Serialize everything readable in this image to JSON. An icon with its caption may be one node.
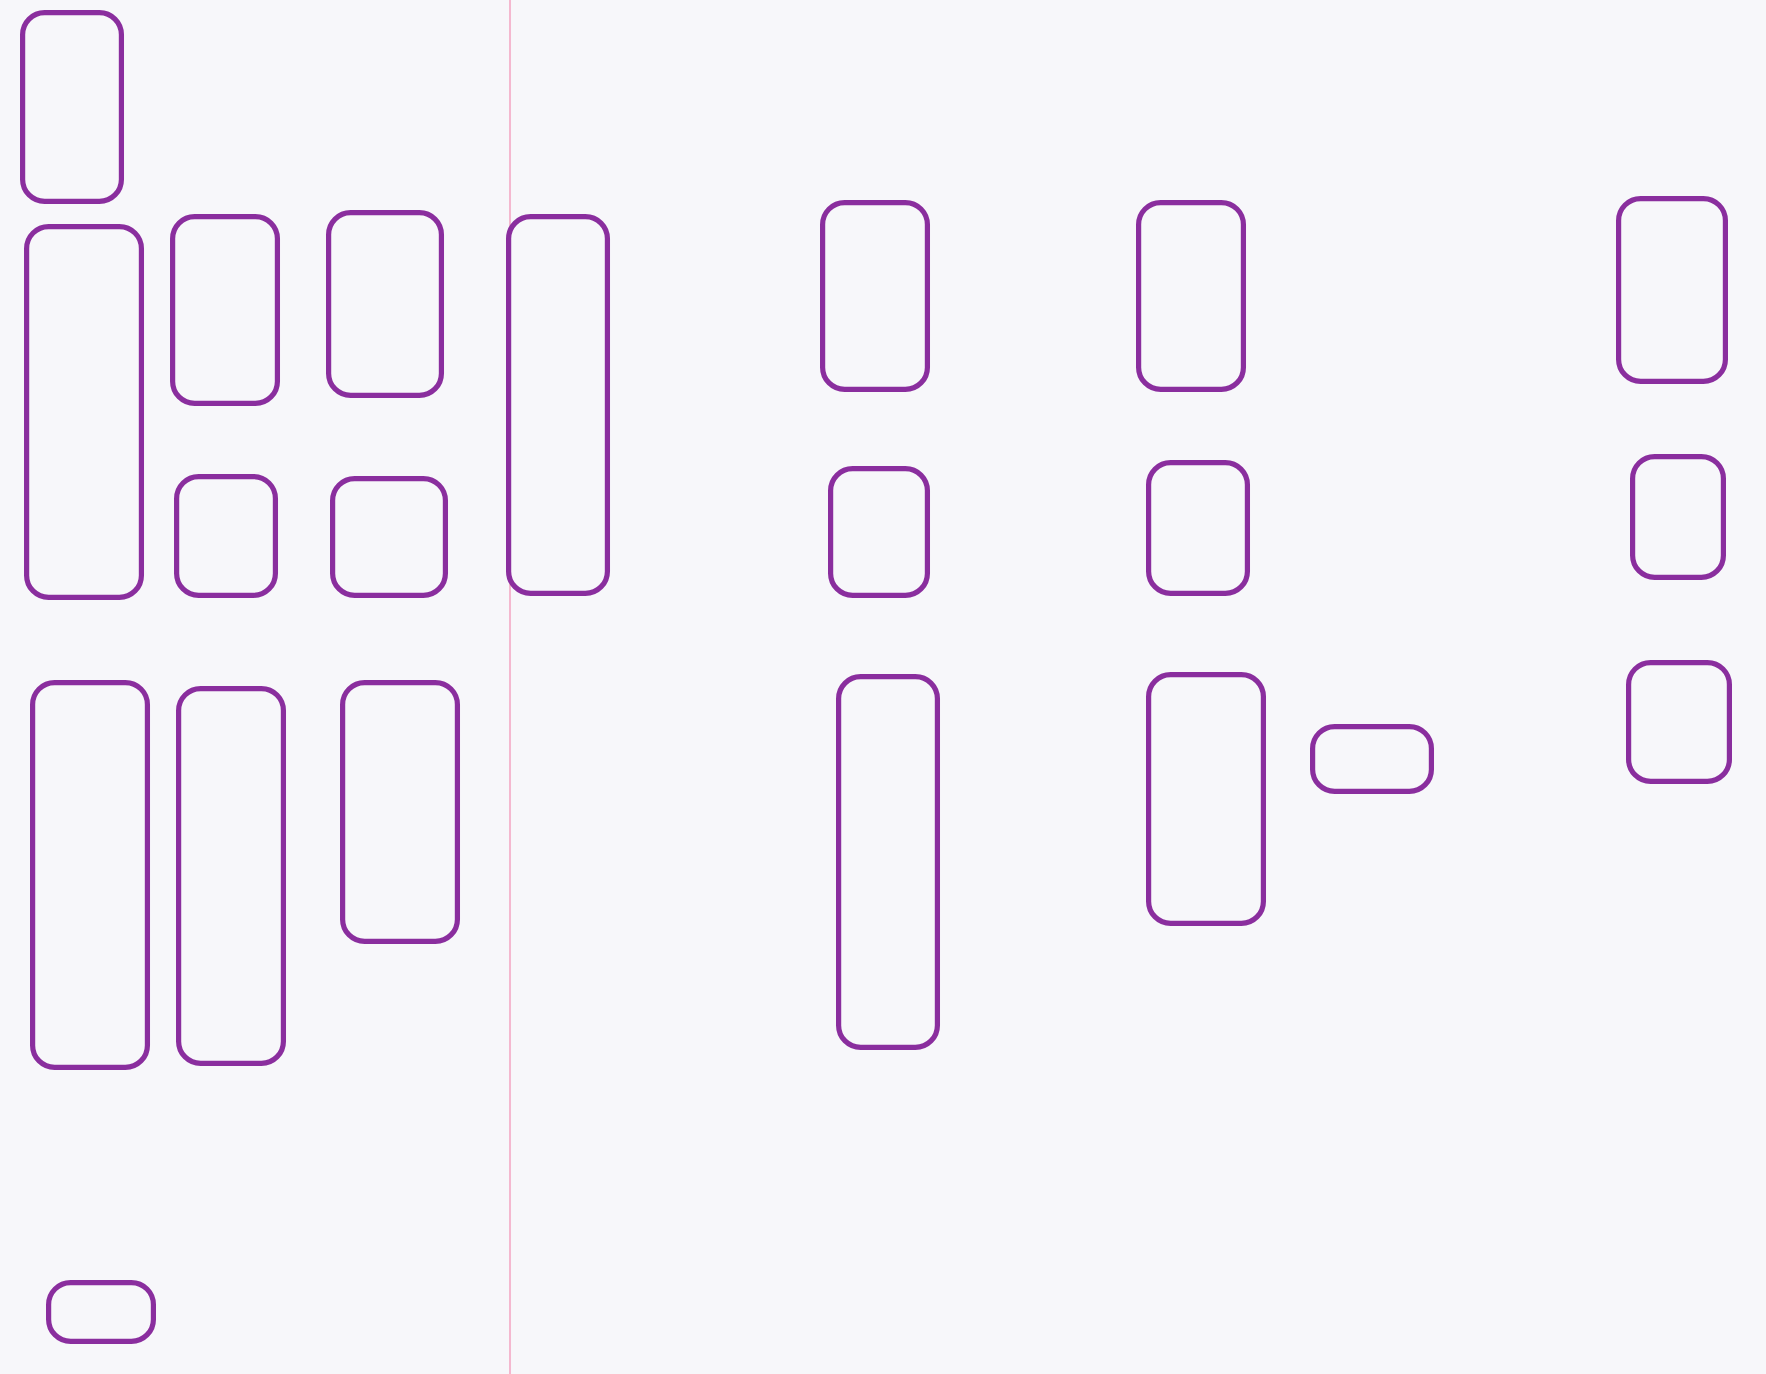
{
  "diagram": {
    "nodes": [
      {
        "text": [],
        "shape": "box"
      },
      {
        "text": [],
        "shape": "box"
      },
      {
        "text": [],
        "shape": "box"
      },
      {
        "text": [],
        "shape": "box"
      },
      {
        "text": [],
        "shape": "box"
      },
      {
        "text": [],
        "shape": "box"
      },
      {
        "text": [],
        "shape": "box"
      },
      {
        "text": [],
        "shape": "box"
      },
      {
        "text": [],
        "shape": "box"
      },
      {
        "text": [],
        "shape": "box"
      },
      {
        "text": [],
        "shape": "box"
      },
      {
        "text": [],
        "shape": "box"
      },
      {
        "text": [],
        "shape": "box"
      },
      {
        "text": [],
        "shape": "box"
      },
      {
        "text": [],
        "shape": "box"
      },
      {
        "text": [],
        "shape": "box"
      },
      {
        "text": [],
        "shape": "box"
      },
      {
        "text": [],
        "shape": "box"
      },
      {
        "text": [],
        "shape": "box"
      },
      {
        "text": [],
        "shape": "box"
      },
      {
        "text": [],
        "shape": "box"
      }
    ]
  }
}
